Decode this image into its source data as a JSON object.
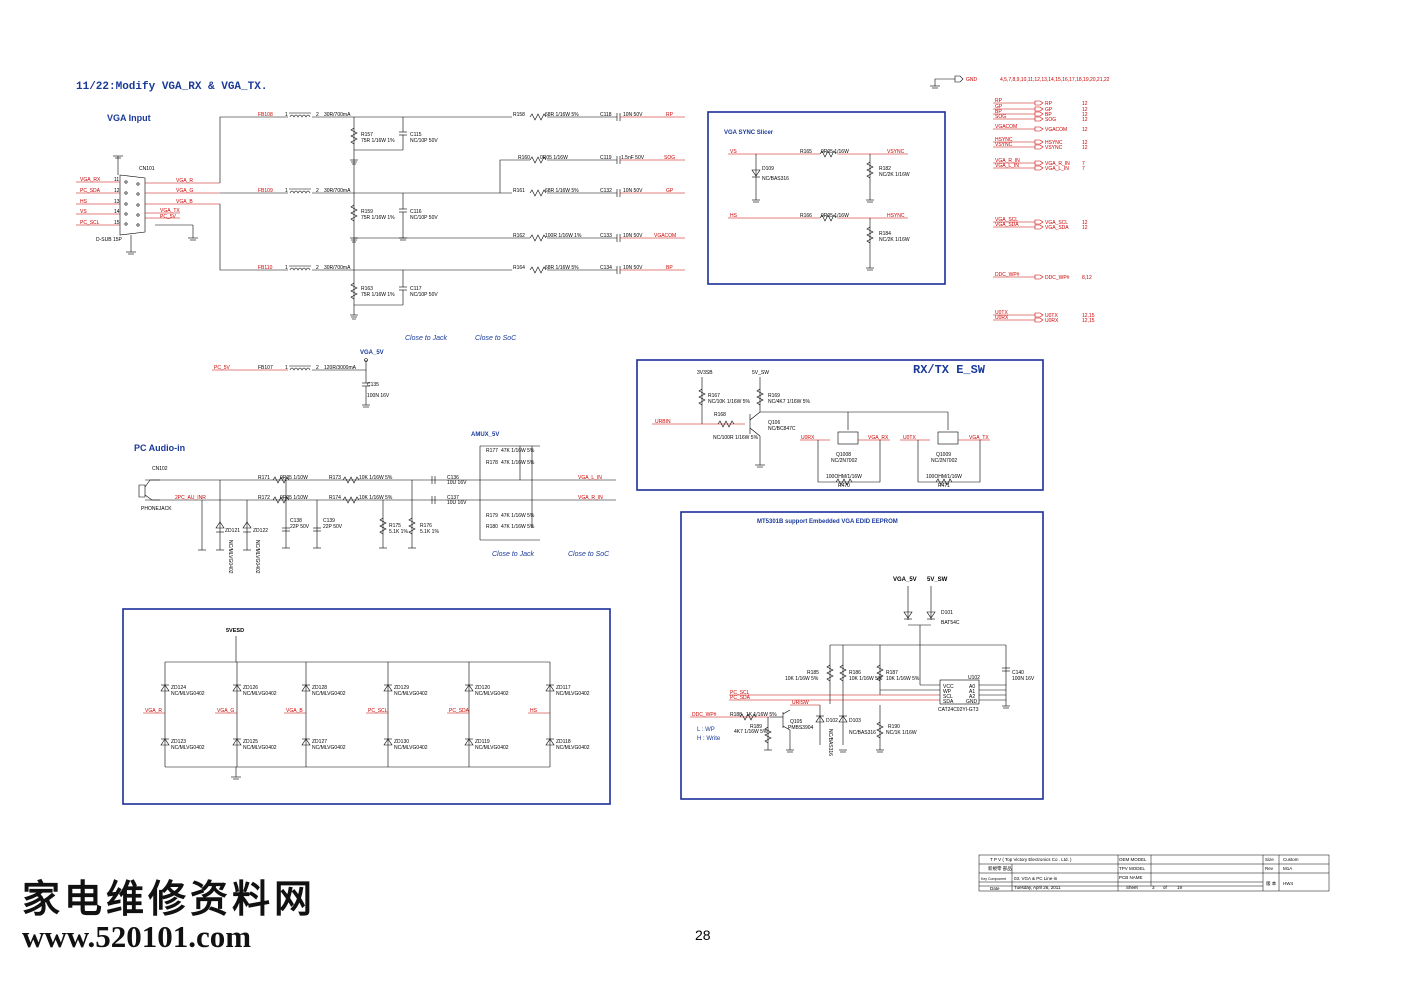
{
  "note": "11/22:Modify VGA_RX &  VGA_TX.",
  "sections": {
    "vga_input": "VGA Input",
    "vga_sync": "VGA SYNC Slicer",
    "rx_tx": "RX/TX E_SW",
    "pc_audio": "PC Audio-in",
    "edid": "MT5301B support Embedded VGA EDID EEPROM",
    "esd": "5VESD"
  },
  "annotations": {
    "close_jack": "Close to Jack",
    "close_soc": "Close to SoC",
    "vga_5v": "VGA_5V",
    "amux_5v": "AMUX_5V",
    "l_wp": "L : WP",
    "h_write": "H : Write",
    "connector_ref": "CN101",
    "connector_type": "D-SUB 15P",
    "phone_ref": "CN102",
    "phone_type": "PHONEJACK"
  },
  "gnd_list": {
    "label": "GND",
    "pins": "4,5,7,8,9,10,11,12,13,14,15,16,17,18,19,20,21,22"
  },
  "off_page": [
    {
      "label": "RP",
      "ref": "12"
    },
    {
      "label": "GP",
      "ref": "12"
    },
    {
      "label": "BP",
      "ref": "12"
    },
    {
      "label": "SOG",
      "ref": "12"
    },
    {
      "label": "VGACOM",
      "ref": "12"
    },
    {
      "label": "HSYNC",
      "ref": "12"
    },
    {
      "label": "VSYNC",
      "ref": "12"
    },
    {
      "label": "VGA_R_IN",
      "ref": "7"
    },
    {
      "label": "VGA_L_IN",
      "ref": "7"
    },
    {
      "label": "VGA_SCL",
      "ref": "12"
    },
    {
      "label": "VGA_SDA",
      "ref": "12"
    },
    {
      "label": "DDC_WP#",
      "ref": "8,12"
    },
    {
      "label": "U0TX",
      "ref": "12,15"
    },
    {
      "label": "U0RX",
      "ref": "12,15"
    }
  ],
  "vga_inputs": [
    "VGA_RX",
    "PC_SDA",
    "HS",
    "VS",
    "PC_SCL"
  ],
  "vga_pins": [
    "11",
    "12",
    "13",
    "14",
    "15"
  ],
  "vga_nets": [
    "VGA_R",
    "VGA_G",
    "VGA_B",
    "VGA_TX",
    "PC_5V"
  ],
  "vga_rows": [
    {
      "fb": "FB108",
      "fb_val": "30R/700mA",
      "res_ref": "R157",
      "res_val": "75R 1/16W 1%",
      "cap_ref": "C115",
      "cap_val": "NC/10P 50V",
      "r_ref": "R158",
      "r_val": "68R 1/16W 5%",
      "c_ref": "C118",
      "c_val": "10N 50V",
      "out": "RP"
    },
    {
      "fb": "FB109",
      "fb_val": "30R/700mA",
      "res_ref": "R159",
      "res_val": "75R 1/16W 1%",
      "cap_ref": "C116",
      "cap_val": "NC/10P 50V",
      "r_ref": "R161",
      "r_val": "68R 1/16W 5%",
      "c_ref": "C132",
      "c_val": "10N 50V",
      "out": "GP"
    },
    {
      "fb": "FB110",
      "fb_val": "30R/700mA",
      "res_ref": "R163",
      "res_val": "75R 1/16W 1%",
      "cap_ref": "C117",
      "cap_val": "NC/10P 50V",
      "r_ref": "R164",
      "r_val": "68R 1/16W 5%",
      "c_ref": "C134",
      "c_val": "10N 50V",
      "out": "BP"
    }
  ],
  "sog_row": {
    "r_ref": "R160",
    "r_val": "0R05 1/16W",
    "c_ref": "C119",
    "c_val": "1.5nF 50V",
    "out": "SOG"
  },
  "vgacom_row": {
    "r_ref": "R162",
    "r_val": "100R 1/16W 1%",
    "c_ref": "C133",
    "c_val": "10N 50V",
    "out": "VGACOM"
  },
  "pc5v": {
    "in": "PC_5V",
    "fb": "FB107",
    "fb_val": "120R/3000mA",
    "cap_ref": "C135",
    "cap_val": "100N 16V"
  },
  "sync": {
    "vs": "VS",
    "hs": "HS",
    "r1_ref": "R165",
    "r1_val": "0R05 1/16W",
    "r2_ref": "R166",
    "r2_val": "0R05 1/16W",
    "out1": "VSYNC",
    "out2": "HSYNC",
    "d_ref": "D109",
    "d_val": "NC/BAS316",
    "rv_ref": "R182",
    "rv_val": "NC/2K 1/16W",
    "rh_ref": "R184",
    "rh_val": "NC/2K 1/16W"
  },
  "rxtx": {
    "v1": "3V3SB",
    "v2": "5V_SW",
    "r167": "R167",
    "r167_val": "NC/10K 1/16W 5%",
    "r169": "R169",
    "r169_val": "NC/4K7 1/16W 5%",
    "r168": "R168",
    "r168_val": "NC/100R 1/16W 5%",
    "urbin": "URBIN",
    "q106": "Q106",
    "q106_val": "NC/BC847C",
    "u0rx": "U0RX",
    "vga_rx": "VGA_RX",
    "u0tx": "U0TX",
    "vga_tx": "VGA_TX",
    "q1008": "Q1008",
    "q1008_val": "NC/2N7002",
    "q1009": "Q1009",
    "q1009_val": "NC/2N7002",
    "ra1": "100OHM/1/16W",
    "ra1_ref": "R470",
    "ra2": "100OHM/1/16W",
    "ra2_ref": "R471"
  },
  "audio": {
    "in1": "2PC_AU_INR",
    "r171": "R171",
    "r171_val": "0R05 1/10W",
    "r172": "R172",
    "r172_val": "0R05 1/10W",
    "r173": "R173",
    "r173_val": "10K 1/16W 5%",
    "r174": "R174",
    "r174_val": "10K 1/16W 5%",
    "c136": "C136",
    "c136_val": "10U 16V",
    "c137": "C137",
    "c137_val": "10U 16V",
    "out_l": "VGA_L_IN",
    "out_r": "VGA_R_IN",
    "r177": "R177",
    "r177_val": "47K 1/16W 5%",
    "r178": "R178",
    "r178_val": "47K 1/16W 5%",
    "r179": "R179",
    "r179_val": "47K 1/16W 5%",
    "r180": "R180",
    "r180_val": "47K 1/16W 5%",
    "zd121": "ZD121",
    "zd122": "ZD122",
    "zd_val": "NC/MLVG0402",
    "c138": "C138",
    "c138_val": "22P 50V",
    "c139": "C139",
    "c139_val": "22P 50V",
    "r175": "R175",
    "r175_val": "5.1K 1%",
    "r176": "R176",
    "r176_val": "5.1K 1%"
  },
  "esd_cols": [
    {
      "top": "ZD124",
      "bot": "ZD123",
      "net": "VGA_R"
    },
    {
      "top": "ZD126",
      "bot": "ZD125",
      "net": "VGA_G"
    },
    {
      "top": "ZD128",
      "bot": "ZD127",
      "net": "VGA_B"
    },
    {
      "top": "ZD129",
      "bot": "ZD130",
      "net": "PC_SCL"
    },
    {
      "top": "ZD120",
      "bot": "ZD119",
      "net": "PC_SDA"
    },
    {
      "top": "ZD117",
      "bot": "ZD118",
      "net": "HS"
    }
  ],
  "esd_val": "NC/MLVG0402",
  "eeprom": {
    "vga5v": "VGA_5V",
    "v5sw": "5V_SW",
    "d101": "D101",
    "d101_val": "BAT54C",
    "r185": "R185",
    "r185_val": "10K 1/16W 5%",
    "r186": "R186",
    "r186_val": "10K 1/16W 5%",
    "r187": "R187",
    "r187_val": "10K 1/16W 5%",
    "u102": "U102",
    "u102_val": "CAT24C02YI-GT3",
    "c140": "C140",
    "c140_val": "100N 16V",
    "pins_l": [
      "VCC",
      "WP",
      "SCL",
      "SDA"
    ],
    "pins_r": [
      "A0",
      "A1",
      "A2",
      "GND"
    ],
    "pc_scl": "PC_SCL",
    "pc_sda": "PC_SDA",
    "urisw": "URISW",
    "ddc_wp": "DDC_WP#",
    "r188": "R188",
    "r188_val": "1K 1/16W 5%",
    "r189": "R189",
    "r189_val": "4K7 1/16W 5%",
    "q105": "Q105",
    "q105_val": "PMBS3904",
    "d102": "D102",
    "d102_val": "NC/BAS316",
    "d103": "D103",
    "d103_val": "NC/BAS316",
    "r190": "R190",
    "r190_val": "NC/1K 1/16W"
  },
  "title_block": {
    "company": "T P V  ( Top   Victory   Electronics   Co .   Ltd. )",
    "oem": "OEM MODEL",
    "tpv": "TPV MODEL",
    "pcb": "PCB NAME",
    "size": "Size",
    "size_val": "Custom",
    "rev": "Rev",
    "rev_val": "M1A",
    "key": "Key Component",
    "title_val": "03. VGA & PC Line-in",
    "date": "Date",
    "date_val": "Tuesday, April 26, 2011",
    "sheet": "Sheet",
    "sheet_num": "3",
    "of": "of",
    "sheet_total": "19",
    "cn1": "新規零 部品",
    "cn2": "版 本",
    "hw": "HW4"
  },
  "watermark": {
    "cn": "家电维修资料网",
    "url": "www.520101.com"
  },
  "page_number": "28"
}
